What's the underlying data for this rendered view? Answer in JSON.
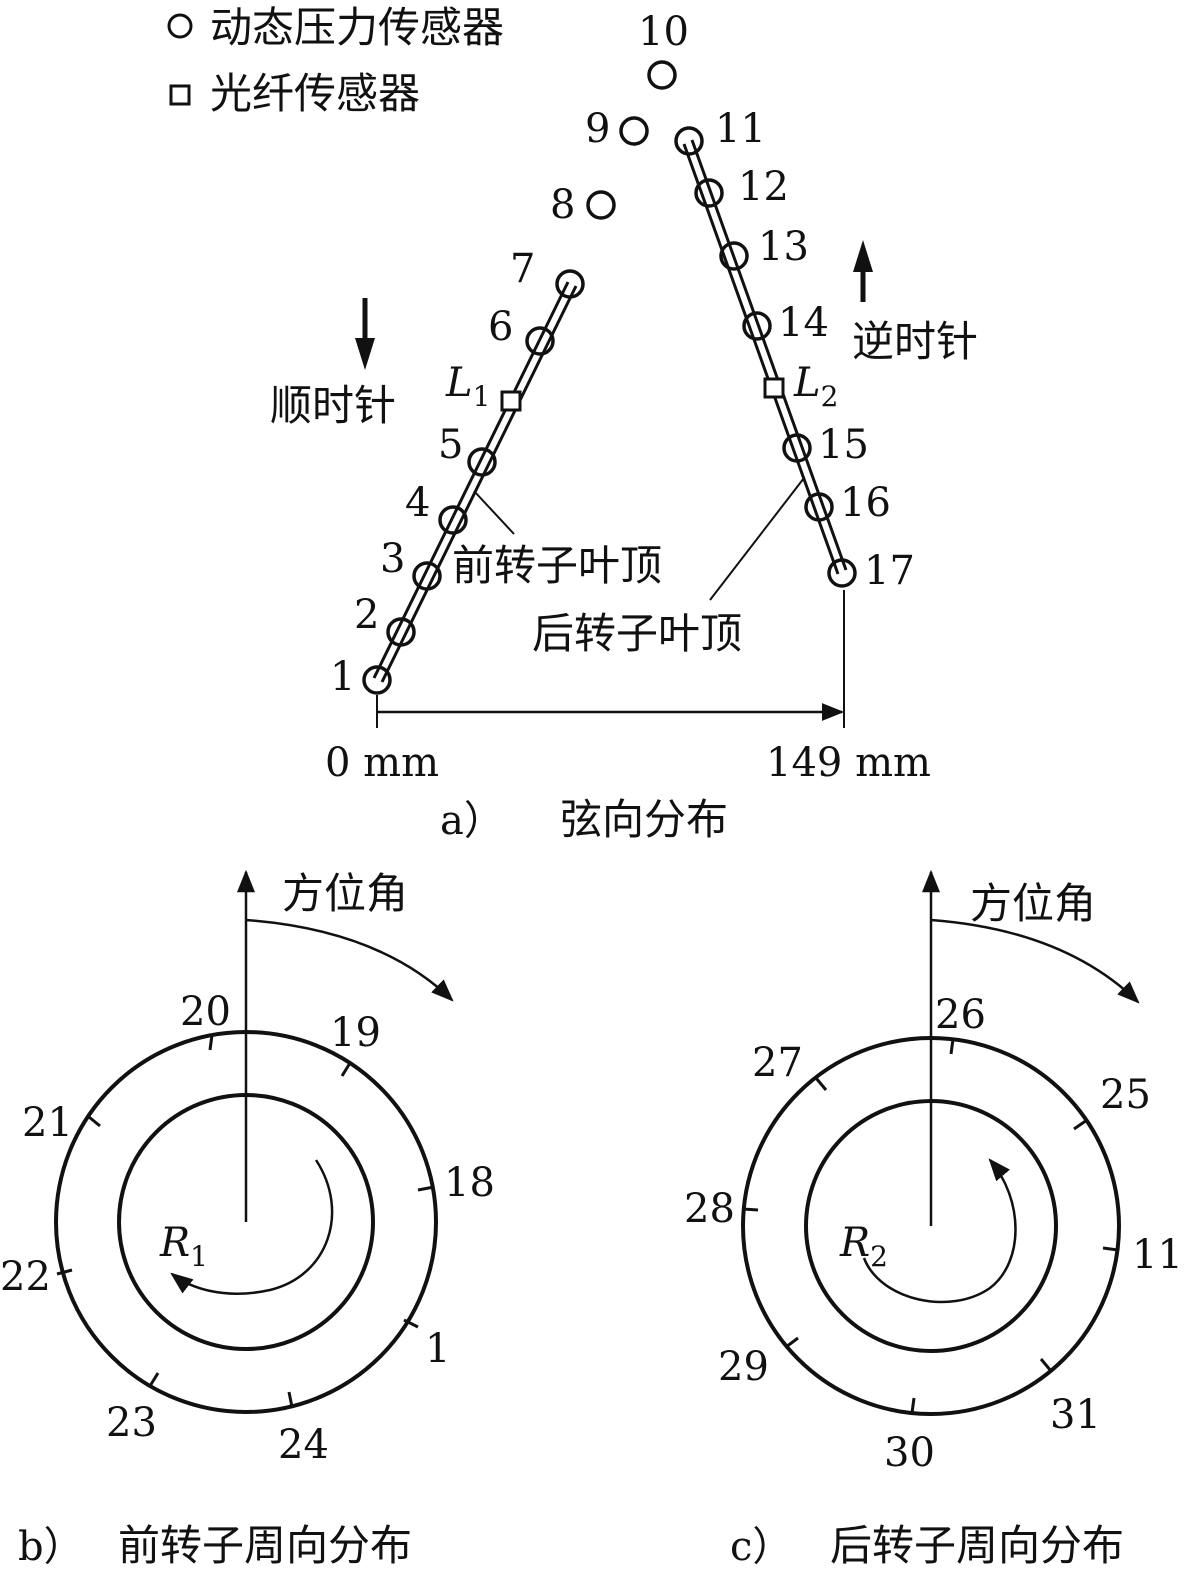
{
  "legend": {
    "pressure_label": "动态压力传感器",
    "fiber_label": "光纤传感器"
  },
  "panel_a": {
    "caption_letter": "a）",
    "caption_text": "弦向分布",
    "sensors": [
      "1",
      "2",
      "3",
      "4",
      "5",
      "6",
      "7",
      "8",
      "9",
      "10",
      "11",
      "12",
      "13",
      "14",
      "15",
      "16",
      "17"
    ],
    "fiber_sensors": [
      {
        "letter": "L",
        "sub": "1"
      },
      {
        "letter": "L",
        "sub": "2"
      }
    ],
    "clockwise_label": "顺时针",
    "counterclockwise_label": "逆时针",
    "front_blade_label": "前转子叶顶",
    "rear_blade_label": "后转子叶顶",
    "axis_start": "0 mm",
    "axis_end": "149 mm"
  },
  "panel_b": {
    "caption_letter": "b）",
    "caption_text": "前转子周向分布",
    "azimuth_label": "方位角",
    "rotor_letter": "R",
    "rotor_sub": "1",
    "sensors": [
      "20",
      "19",
      "21",
      "18",
      "22",
      "1",
      "23",
      "24"
    ]
  },
  "panel_c": {
    "caption_letter": "c）",
    "caption_text": "后转子周向分布",
    "azimuth_label": "方位角",
    "rotor_letter": "R",
    "rotor_sub": "2",
    "sensors": [
      "26",
      "27",
      "25",
      "28",
      "11",
      "29",
      "31",
      "30"
    ]
  }
}
